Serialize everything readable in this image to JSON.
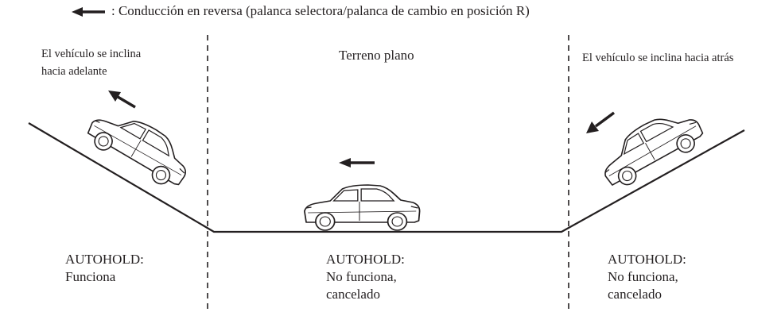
{
  "legend": {
    "icon": "left-arrow-icon",
    "text": ": Conducción en reversa (palanca selectora/palanca de cambio en posición R)"
  },
  "panels": [
    {
      "id": "downhill",
      "title_lines": [
        "El vehículo se inclina",
        "hacia adelante"
      ],
      "status_label": "AUTOHOLD:",
      "status_lines": [
        "Funciona"
      ]
    },
    {
      "id": "flat",
      "title_lines": [
        "Terreno plano"
      ],
      "status_label": "AUTOHOLD:",
      "status_lines": [
        "No funciona,",
        "cancelado"
      ]
    },
    {
      "id": "uphill",
      "title_lines": [
        "El vehículo se inclina hacia atrás"
      ],
      "status_label": "AUTOHOLD:",
      "status_lines": [
        "No funciona,",
        "cancelado"
      ]
    }
  ],
  "colors": {
    "ink": "#231f20",
    "background": "#ffffff"
  }
}
